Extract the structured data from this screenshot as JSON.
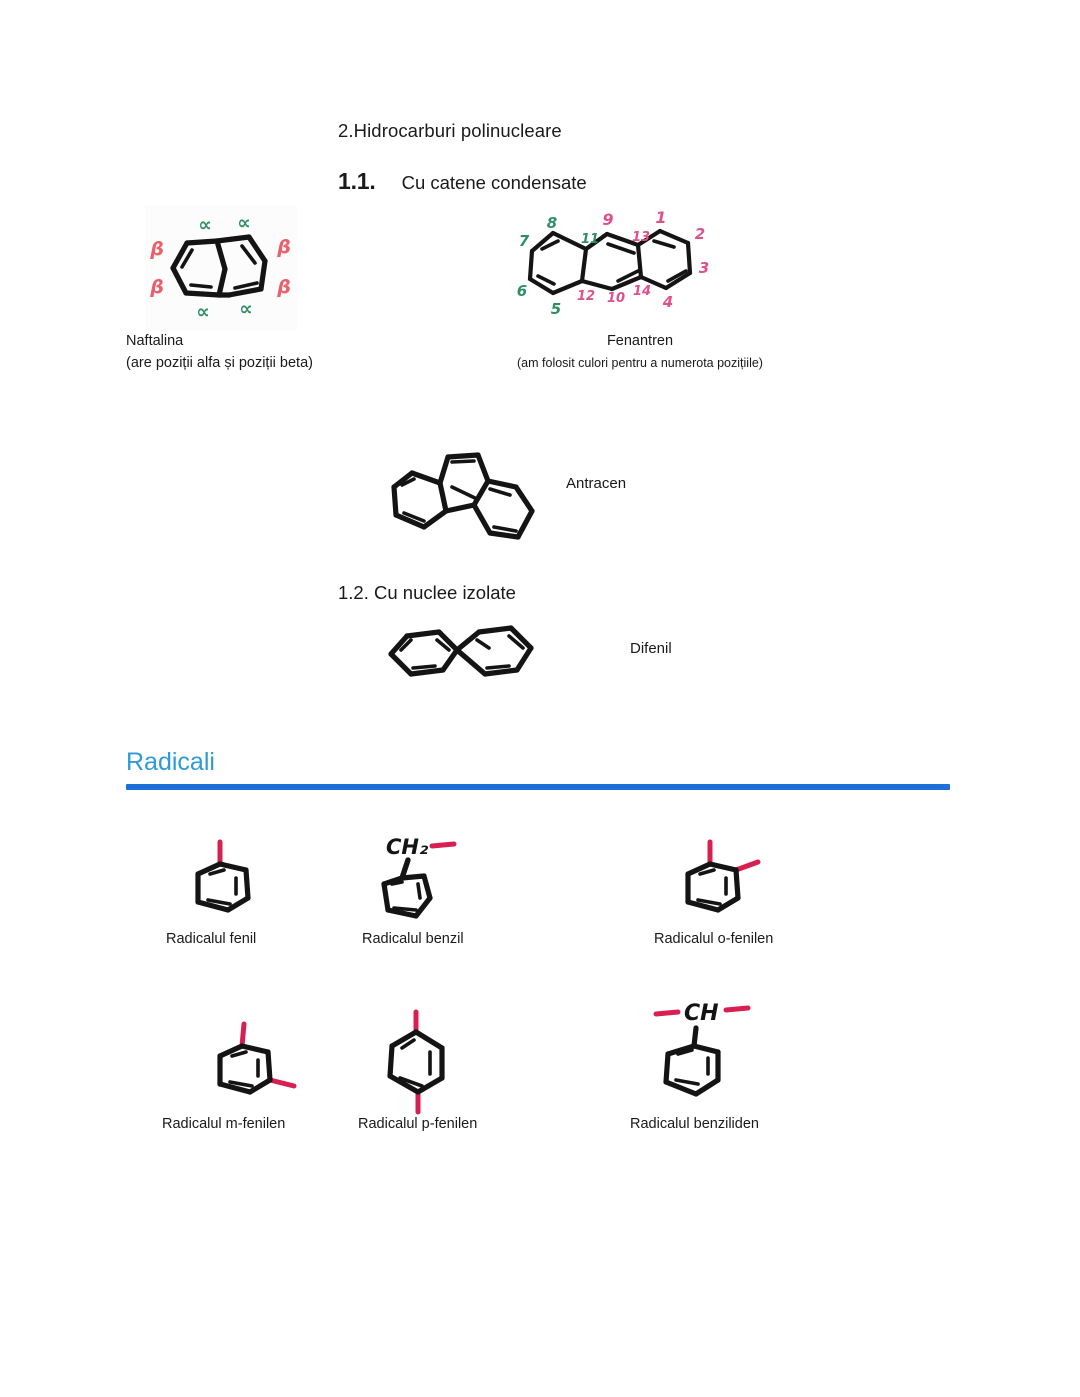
{
  "document": {
    "language": "ro",
    "page_background": "#ffffff"
  },
  "headings": {
    "section": "2.Hidrocarburi polinucleare",
    "sub1_number": "1.1.",
    "sub1_title": "Cu catene condensate",
    "sub2": "1.2. Cu nuclee izolate",
    "radicali": "Radicali",
    "radicali_color": "#2e9bd6",
    "rule_color": "#1f6fd8"
  },
  "figures": {
    "naftalina": {
      "name": "Naftalina",
      "note": "(are poziții alfa și poziții beta)",
      "alpha_symbol": "∝",
      "beta_symbol": "β",
      "alpha_color": "#2f8f63",
      "beta_color": "#e8606b",
      "alpha_labels": [
        "∝",
        "∝",
        "∝",
        "∝"
      ],
      "beta_labels": [
        "β",
        "β",
        "β",
        "β"
      ]
    },
    "fenantren": {
      "name": "Fenantren",
      "note": "(am folosit culori pentru a numerota pozițiile)",
      "green_color": "#2f8f63",
      "pink_color": "#e0508b",
      "positions_green": [
        "5",
        "6",
        "7",
        "8",
        "11"
      ],
      "positions_pink": [
        "1",
        "2",
        "3",
        "4",
        "9",
        "10",
        "12",
        "13",
        "14"
      ]
    },
    "antracen": {
      "name": "Antracen"
    },
    "difenil": {
      "name": "Difenil"
    }
  },
  "radicals": {
    "accent_color": "#d81f52",
    "row1": [
      {
        "label": "Radicalul fenil",
        "formula_text": ""
      },
      {
        "label": "Radicalul benzil",
        "formula_text": "CH₂"
      },
      {
        "label": "Radicalul o-fenilen",
        "formula_text": ""
      }
    ],
    "row2": [
      {
        "label": "Radicalul m-fenilen",
        "formula_text": ""
      },
      {
        "label": "Radicalul p-fenilen",
        "formula_text": ""
      },
      {
        "label": "Radicalul benziliden",
        "formula_text": "CH"
      }
    ]
  }
}
